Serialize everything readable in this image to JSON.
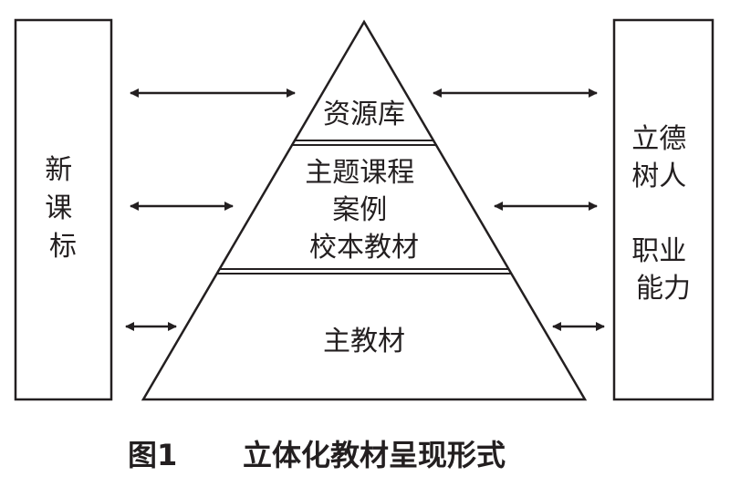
{
  "left_box": {
    "lines": [
      "新",
      "课",
      "标"
    ]
  },
  "right_box": {
    "groups": [
      [
        "立德",
        "树人"
      ],
      [
        "职业",
        "能力"
      ]
    ]
  },
  "pyramid": {
    "tiers": [
      {
        "lines": [
          "资源库"
        ]
      },
      {
        "lines": [
          "主题课程",
          "案例",
          "校本教材"
        ]
      },
      {
        "lines": [
          "主教材"
        ]
      }
    ]
  },
  "caption": {
    "number": "图1",
    "title": "立体化教材呈现形式"
  },
  "colors": {
    "stroke": "#231f20",
    "background": "#ffffff"
  }
}
